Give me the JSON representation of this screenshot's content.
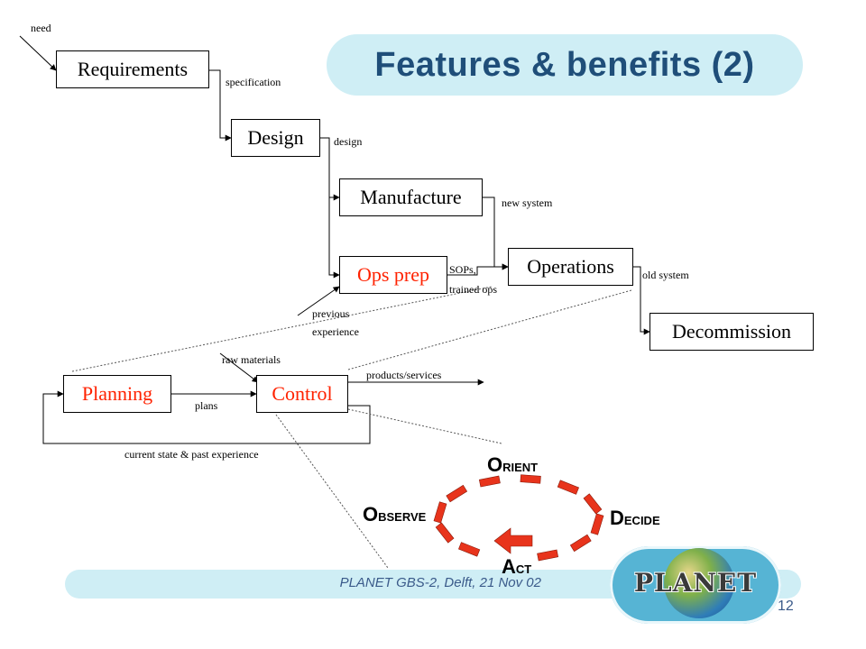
{
  "title": "Features & benefits (2)",
  "footer": "PLANET GBS-2, Delft, 21 Nov 02",
  "page_number": "12",
  "logo_text": "PLANET",
  "boxes": {
    "requirements": "Requirements",
    "design": "Design",
    "manufacture": "Manufacture",
    "ops_prep": "Ops prep",
    "operations": "Operations",
    "decommission": "Decommission",
    "planning": "Planning",
    "control": "Control"
  },
  "labels": {
    "need": "need",
    "specification": "specification",
    "design": "design",
    "new_system": "new system",
    "sops_1": "SOPs,",
    "sops_2": "trained ops",
    "old_system": "old system",
    "previous_1": "previous",
    "previous_2": "experience",
    "raw_materials": "raw materials",
    "products_services": "products/services",
    "plans": "plans",
    "current_state": "current state & past experience"
  },
  "ooda": {
    "orient_initial": "O",
    "orient_rest": "RIENT",
    "decide_initial": "D",
    "decide_rest": "ECIDE",
    "act_initial": "A",
    "act_rest": "CT",
    "observe_initial": "O",
    "observe_rest": "BSERVE"
  },
  "colors": {
    "accent_red": "#ff2200",
    "pill": "#cfeef5",
    "title": "#1f4e79",
    "ooda_dash": "#e8341c"
  }
}
